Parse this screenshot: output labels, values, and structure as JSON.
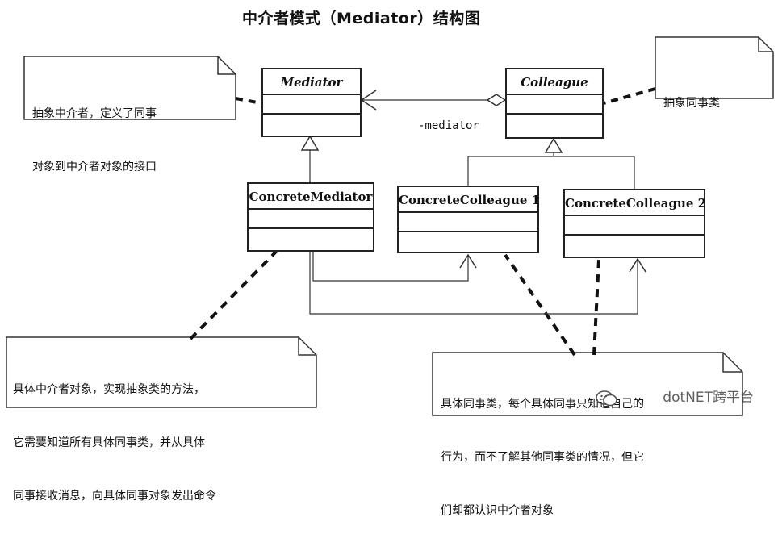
{
  "title": "中介者模式（Mediator）结构图",
  "classes": {
    "mediator": {
      "name": "Mediator"
    },
    "colleague": {
      "name": "Colleague"
    },
    "concrete_mediator": {
      "name": "ConcreteMediator"
    },
    "concrete_colleague_1": {
      "name": "ConcreteColleague 1"
    },
    "concrete_colleague_2": {
      "name": "ConcreteColleague 2"
    }
  },
  "association_role": "-mediator",
  "notes": {
    "mediator_note": [
      "抽象中介者，定义了同事",
      "对象到中介者对象的接口"
    ],
    "colleague_note": [
      "抽象同事类"
    ],
    "concrete_mediator_note": [
      "具体中介者对象，实现抽象类的方法，",
      "它需要知道所有具体同事类，并从具体",
      "同事接收消息，向具体同事对象发出命令"
    ],
    "concrete_colleague_note": [
      "具体同事类，每个具体同事只知道自己的",
      "行为，而不了解其他同事类的情况，但它",
      "们却都认识中介者对象"
    ]
  },
  "watermark": "dotNET跨平台"
}
